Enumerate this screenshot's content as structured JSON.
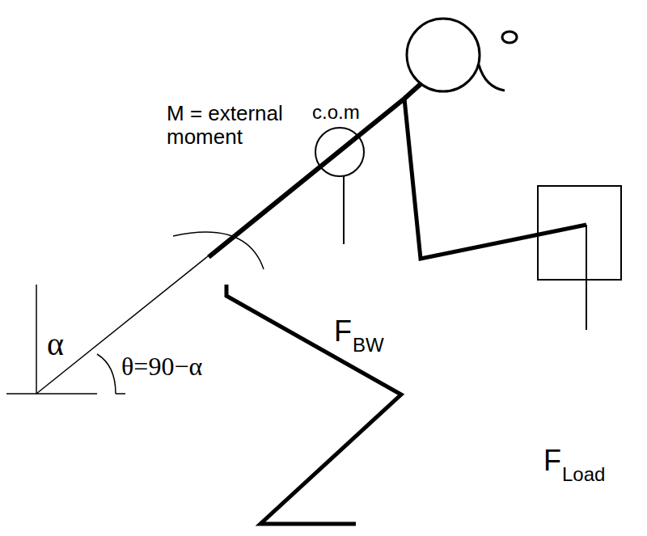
{
  "diagram": {
    "labels": [
      "M = external moment",
      "c.o.m",
      "α",
      "θ=90−α",
      "F",
      "BW",
      "F",
      "Load"
    ]
  }
}
